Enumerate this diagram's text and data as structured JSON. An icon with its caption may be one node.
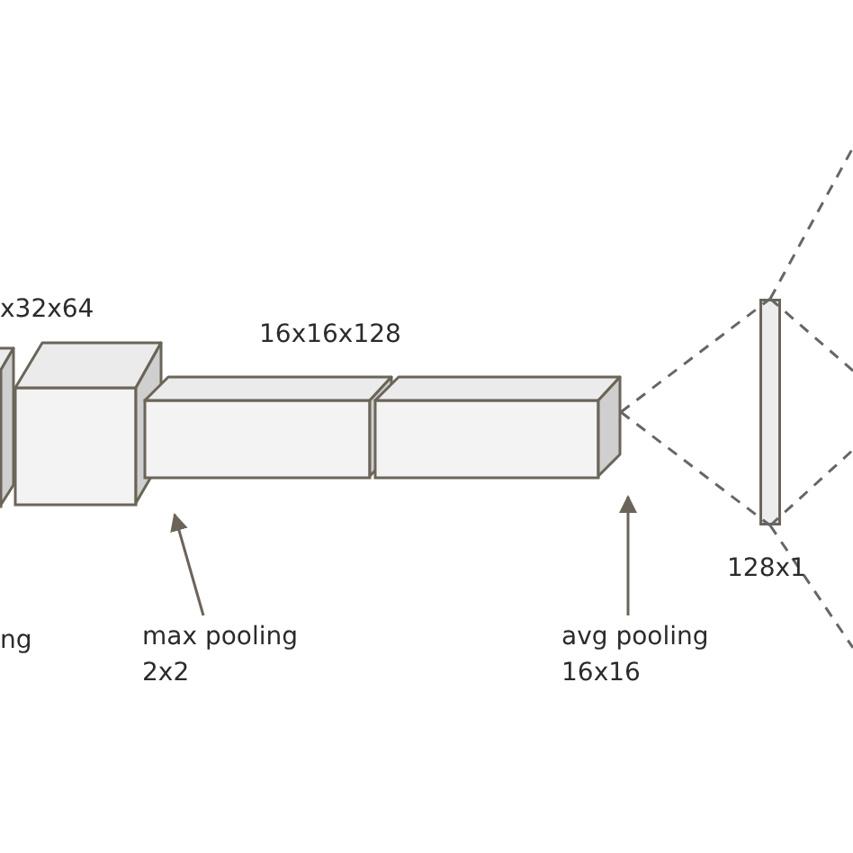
{
  "diagram": {
    "nodes": [
      {
        "text": [],
        "shape": "box"
      },
      {
        "text": [],
        "shape": "box",
        "beside": [
          "x32x64"
        ]
      },
      {
        "text": [],
        "shape": "box"
      },
      {
        "text": [],
        "shape": "box"
      },
      {
        "text": [],
        "shape": "bar",
        "beside": [
          "128x1"
        ]
      },
      {
        "text": [
          "max pooling 2x2"
        ]
      },
      {
        "text": [
          "avg pooling 16x16"
        ]
      }
    ],
    "edges": [
      {
        "from": 3,
        "to": 4,
        "arrow": "none",
        "style": "dashed"
      },
      {
        "from": 3,
        "to": 4,
        "arrow": "none",
        "style": "dashed"
      },
      {
        "from": 4,
        "to": null,
        "arrow": "none",
        "style": "dashed"
      },
      {
        "from": 4,
        "to": null,
        "arrow": "none",
        "style": "dashed"
      },
      {
        "from": 4,
        "to": null,
        "arrow": "none",
        "style": "dashed"
      },
      {
        "from": 4,
        "to": null,
        "arrow": "none",
        "style": "dashed"
      },
      {
        "from": 5,
        "to": 1,
        "arrow": "to"
      },
      {
        "from": 6,
        "to": 3,
        "arrow": "to"
      }
    ],
    "labels": [
      "16x16x128",
      "ng"
    ]
  }
}
